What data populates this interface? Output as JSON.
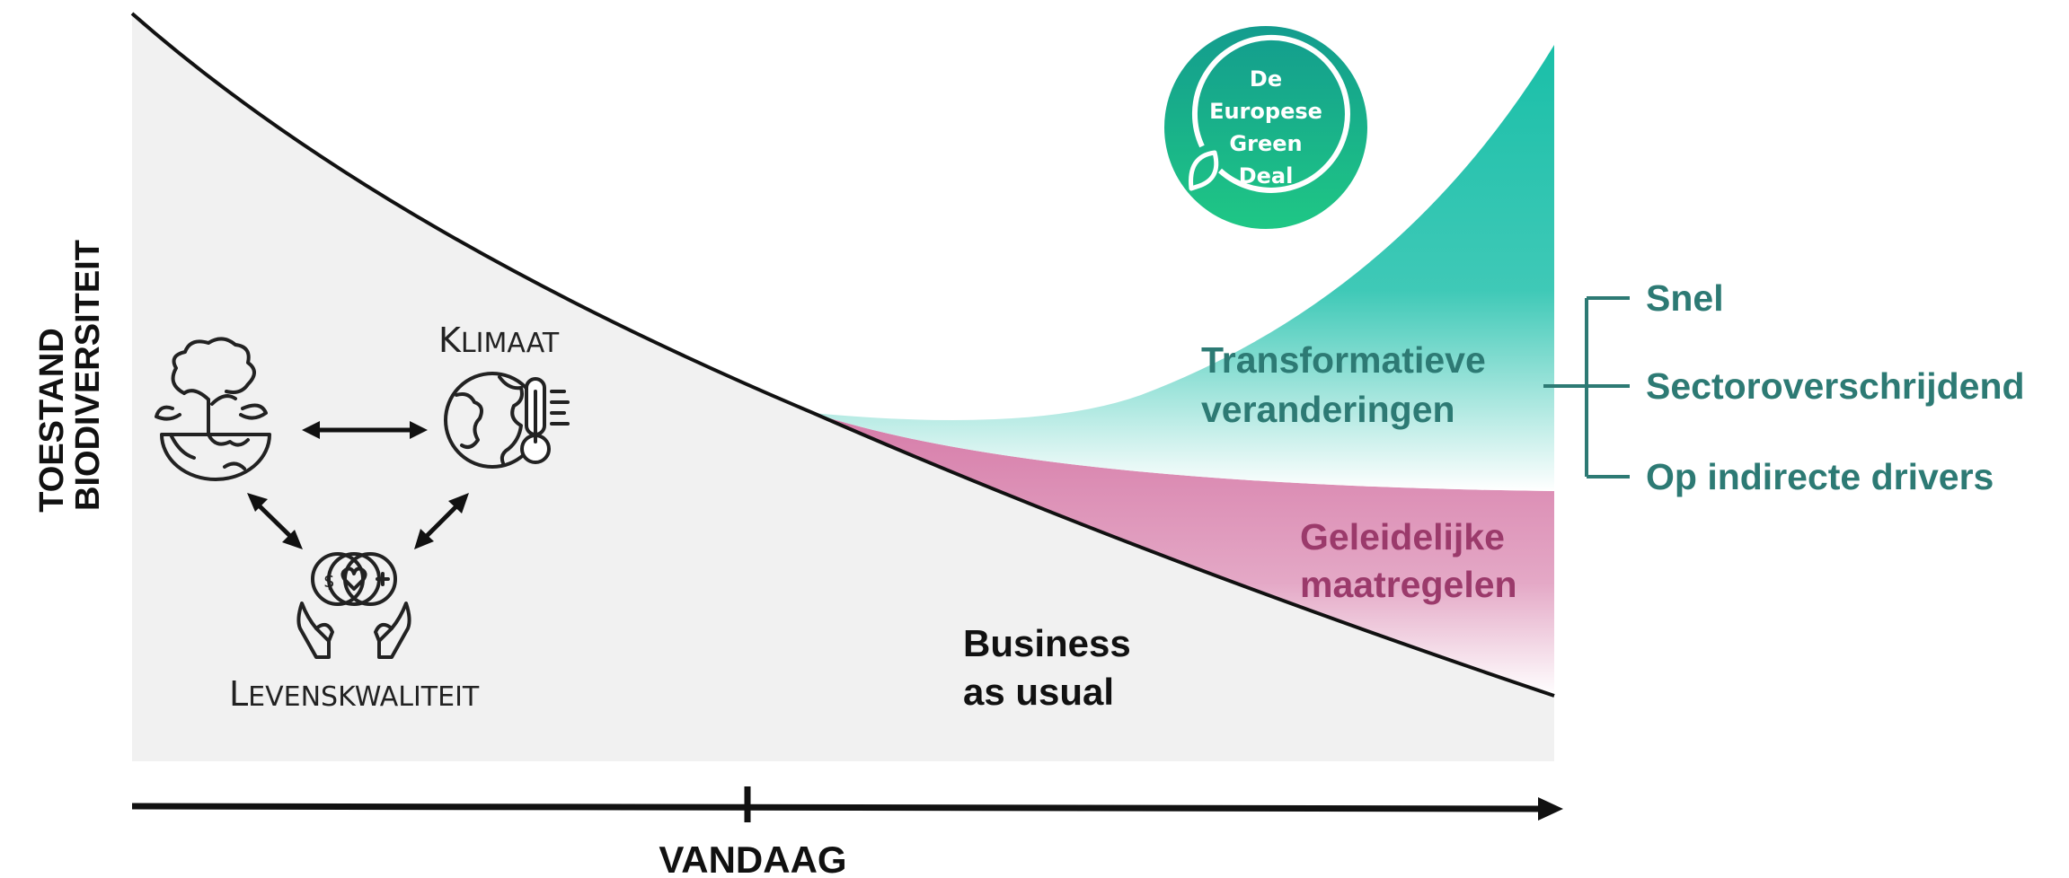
{
  "yaxis": {
    "line1": "TOESTAND",
    "line2": "BIODIVERSITEIT"
  },
  "xaxis": {
    "marker": "VANDAAG"
  },
  "bau": {
    "line1": "Business",
    "line2": "as usual"
  },
  "gradual": {
    "line1": "Geleidelijke",
    "line2": "maatregelen"
  },
  "transform": {
    "line1": "Transformatieve",
    "line2": "veranderingen"
  },
  "qualities": [
    "Snel",
    "Sectoroverschrijdend",
    "Op indirecte drivers"
  ],
  "logo": {
    "lines": [
      "De",
      "Europese",
      "Green",
      "Deal"
    ]
  },
  "nexus": {
    "klimaat": {
      "initial": "K",
      "rest": "LIMAAT"
    },
    "leven": {
      "initial": "L",
      "rest": "EVENSKWALITEIT"
    }
  },
  "colors": {
    "teal": "#1ABFA8",
    "pink": "#D67BA8",
    "teal_text": "#2D7A74",
    "pink_text": "#9B3A6B",
    "area_gray": "#F1F1F1"
  }
}
